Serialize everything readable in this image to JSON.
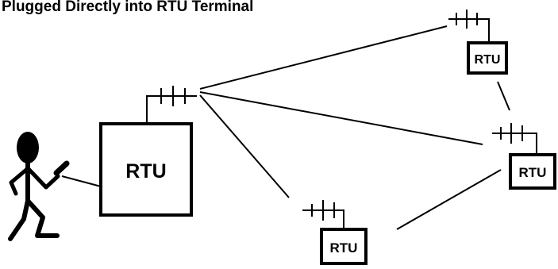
{
  "title": "Plugged Directly into RTU Terminal",
  "rtus": {
    "main": {
      "label": "RTU"
    },
    "top_right": {
      "label": "RTU"
    },
    "right": {
      "label": "RTU"
    },
    "bottom": {
      "label": "RTU"
    }
  },
  "colors": {
    "stroke": "#000000",
    "background": "#ffffff"
  },
  "icons": {
    "person": "stick-figure-icon",
    "antenna": "antenna-icon"
  }
}
